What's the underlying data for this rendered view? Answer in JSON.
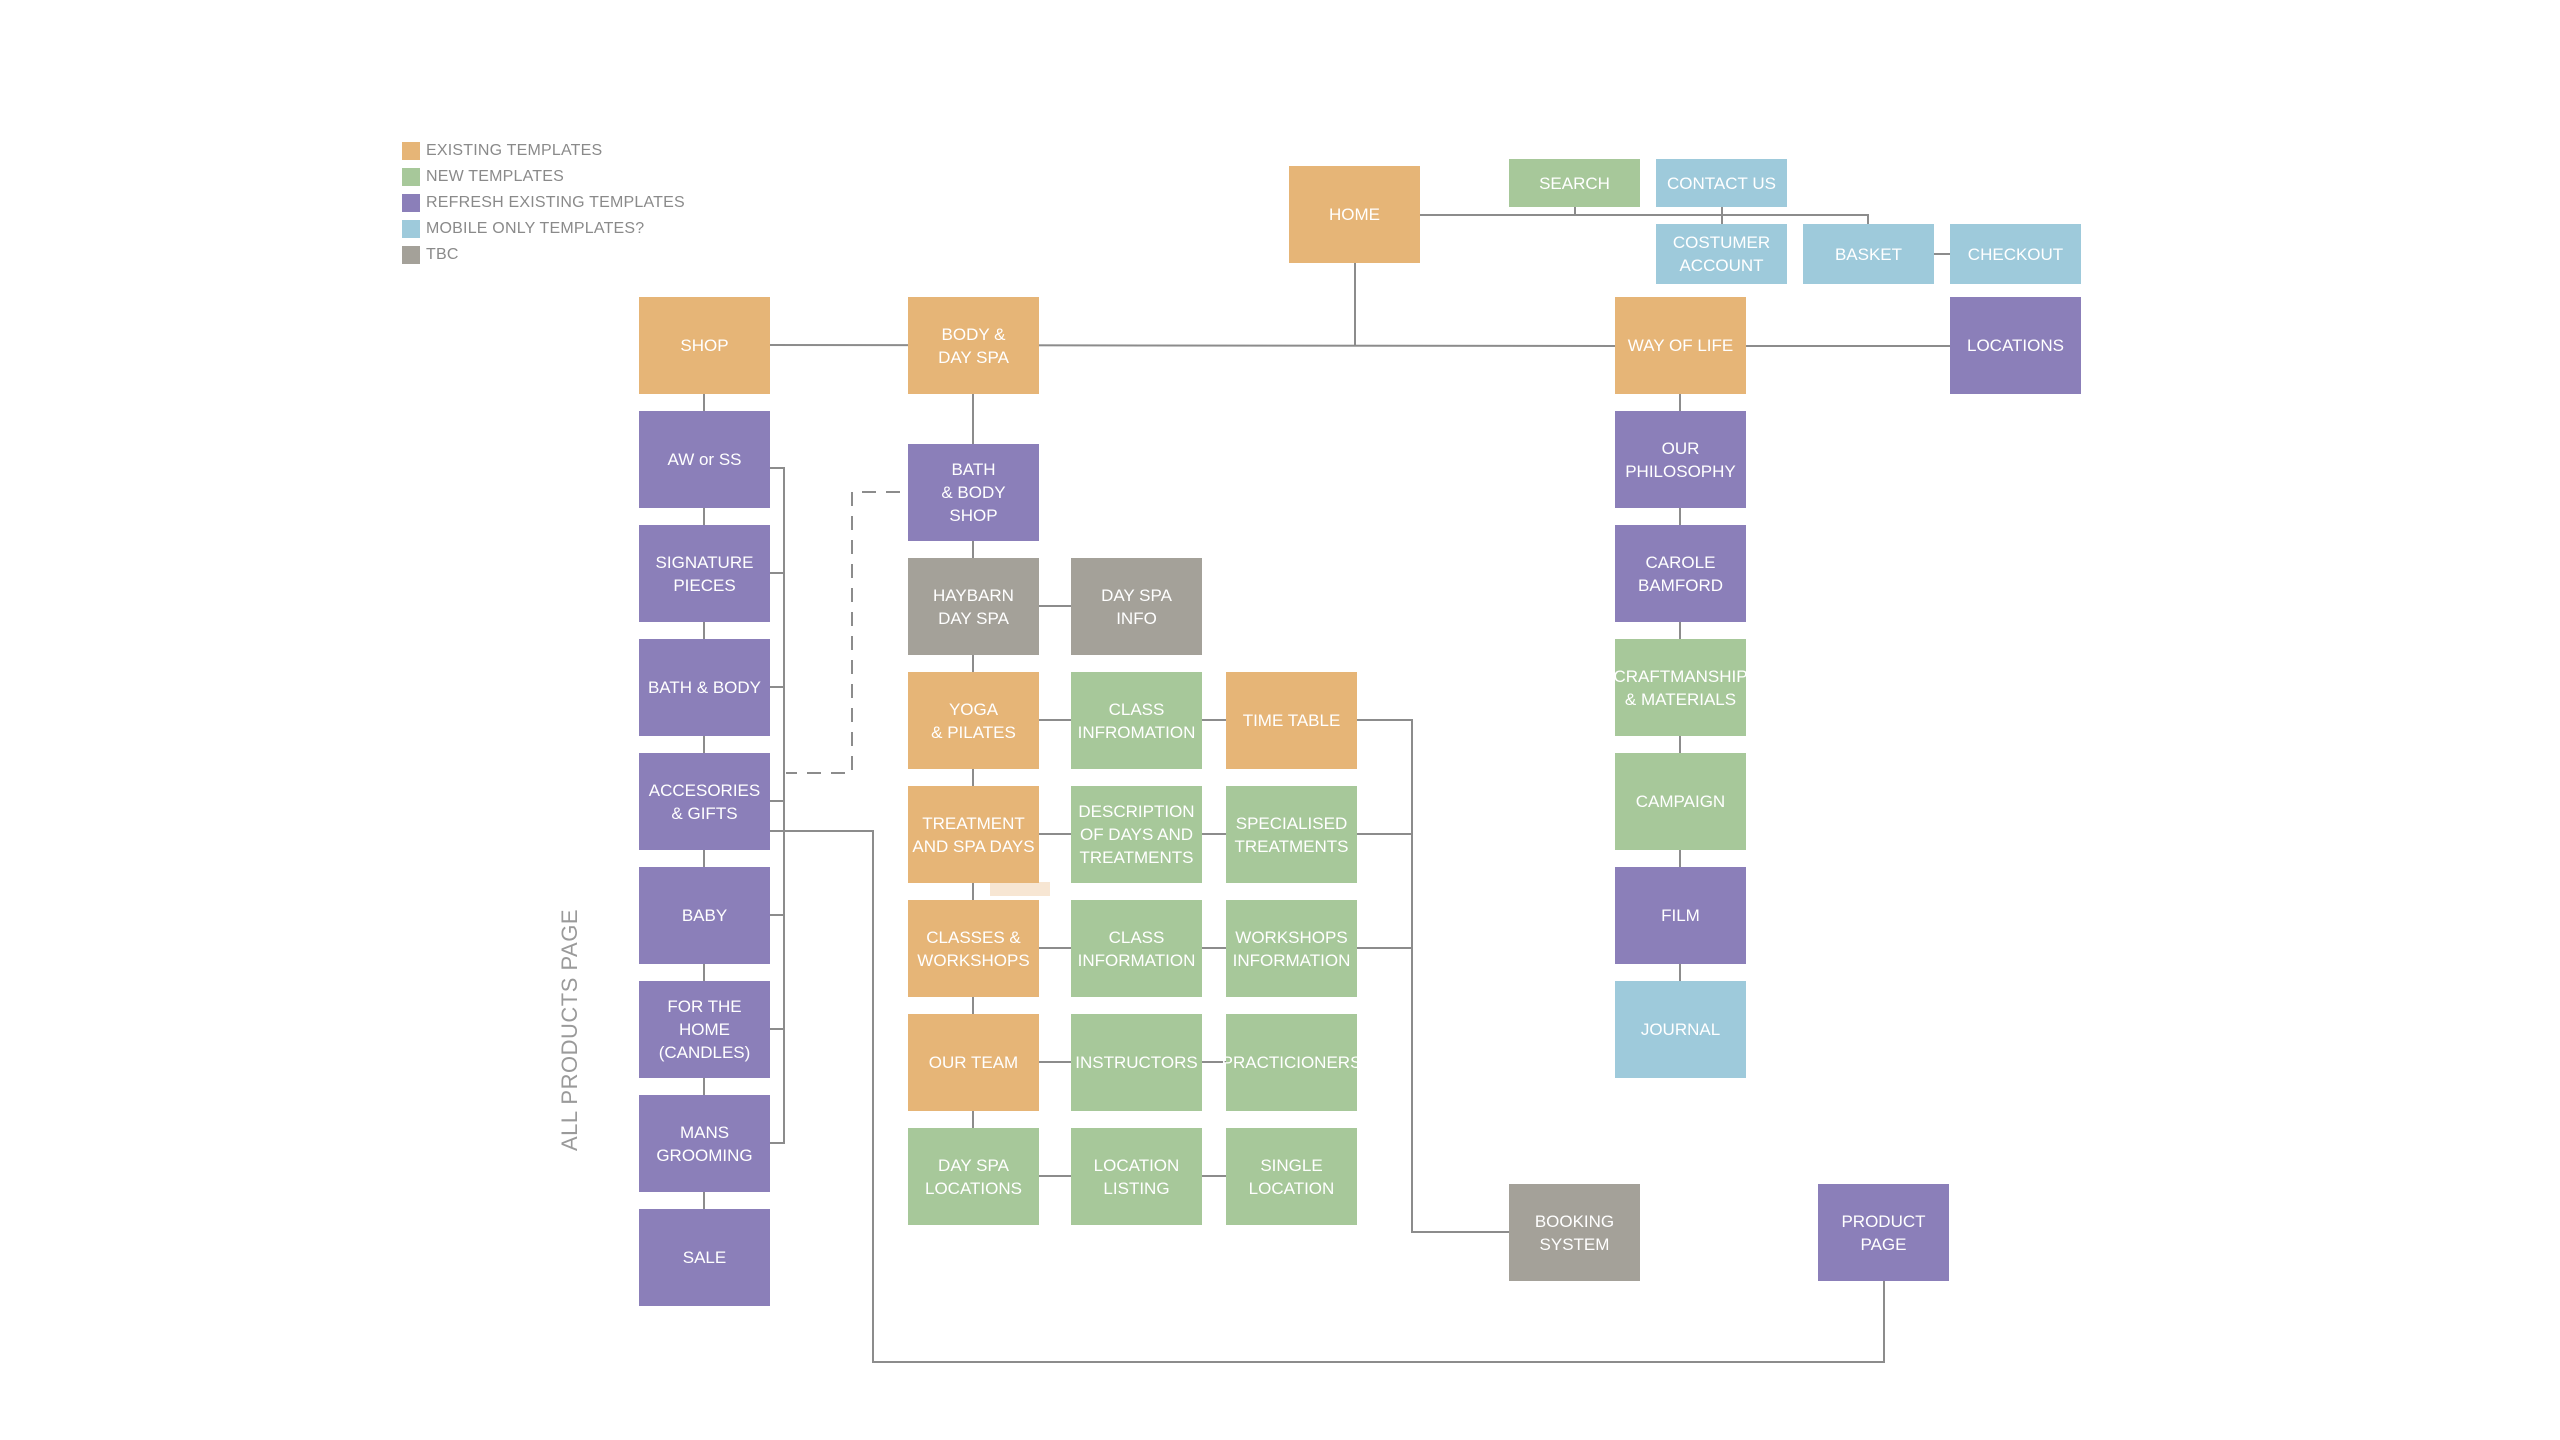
{
  "colors": {
    "existing": "#e6b577",
    "new": "#a7c89a",
    "refresh": "#8b7fb9",
    "mobile": "#9ecadb",
    "tbc": "#a4a199",
    "line": "#8c8c8c"
  },
  "legend": [
    {
      "label": "EXISTING TEMPLATES",
      "color": "#e6b577"
    },
    {
      "label": "NEW TEMPLATES",
      "color": "#a7c89a"
    },
    {
      "label": "REFRESH EXISTING TEMPLATES",
      "color": "#8b7fb9"
    },
    {
      "label": "MOBILE ONLY TEMPLATES?",
      "color": "#9ecadb"
    },
    {
      "label": "TBC",
      "color": "#a4a199"
    }
  ],
  "side_label": "ALL PRODUCTS PAGE",
  "nodes": {
    "home": {
      "label": "HOME",
      "kind": "existing"
    },
    "search": {
      "label": "SEARCH",
      "kind": "new"
    },
    "contact_us": {
      "label": "CONTACT US",
      "kind": "mobile"
    },
    "costumer_account": {
      "label": "COSTUMER\nACCOUNT",
      "kind": "mobile"
    },
    "basket": {
      "label": "BASKET",
      "kind": "mobile"
    },
    "checkout": {
      "label": "CHECKOUT",
      "kind": "mobile"
    },
    "shop": {
      "label": "SHOP",
      "kind": "existing"
    },
    "body_day_spa": {
      "label": "BODY &\nDAY SPA",
      "kind": "existing"
    },
    "way_of_life": {
      "label": "WAY OF LIFE",
      "kind": "existing"
    },
    "locations": {
      "label": "LOCATIONS",
      "kind": "refresh"
    },
    "aw_or_ss": {
      "label": "AW or SS",
      "kind": "refresh"
    },
    "signature_pieces": {
      "label": "SIGNATURE\nPIECES",
      "kind": "refresh"
    },
    "bath_body": {
      "label": "BATH & BODY",
      "kind": "refresh"
    },
    "accesories_gifts": {
      "label": "ACCESORIES\n& GIFTS",
      "kind": "refresh"
    },
    "baby": {
      "label": "BABY",
      "kind": "refresh"
    },
    "for_the_home": {
      "label": "FOR THE\nHOME\n(CANDLES)",
      "kind": "refresh"
    },
    "mans_grooming": {
      "label": "MANS\nGROOMING",
      "kind": "refresh"
    },
    "sale": {
      "label": "SALE",
      "kind": "refresh"
    },
    "bath_body_shop": {
      "label": "BATH\n& BODY\nSHOP",
      "kind": "refresh"
    },
    "haybarn_day_spa": {
      "label": "HAYBARN\nDAY SPA",
      "kind": "tbc"
    },
    "day_spa_info": {
      "label": "DAY SPA\nINFO",
      "kind": "tbc"
    },
    "yoga_pilates": {
      "label": "YOGA\n& PILATES",
      "kind": "existing"
    },
    "class_infromation": {
      "label": "CLASS\nINFROMATION",
      "kind": "new"
    },
    "time_table": {
      "label": "TIME TABLE",
      "kind": "existing"
    },
    "treatment_spa_days": {
      "label": "TREATMENT\nAND SPA DAYS",
      "kind": "existing"
    },
    "description_days": {
      "label": "DESCRIPTION\nOF DAYS AND\nTREATMENTS",
      "kind": "new"
    },
    "specialised_treatments": {
      "label": "SPECIALISED\nTREATMENTS",
      "kind": "new"
    },
    "classes_workshops": {
      "label": "CLASSES &\nWORKSHOPS",
      "kind": "existing"
    },
    "class_information": {
      "label": "CLASS\nINFORMATION",
      "kind": "new"
    },
    "workshops_information": {
      "label": "WORKSHOPS\nINFORMATION",
      "kind": "new"
    },
    "our_team": {
      "label": "OUR TEAM",
      "kind": "existing"
    },
    "instructors": {
      "label": "INSTRUCTORS",
      "kind": "new"
    },
    "practicioners": {
      "label": "PRACTICIONERS",
      "kind": "new"
    },
    "day_spa_locations": {
      "label": "DAY SPA\nLOCATIONS",
      "kind": "new"
    },
    "location_listing": {
      "label": "LOCATION\nLISTING",
      "kind": "new"
    },
    "single_location": {
      "label": "SINGLE\nLOCATION",
      "kind": "new"
    },
    "booking_system": {
      "label": "BOOKING\nSYSTEM",
      "kind": "tbc"
    },
    "product_page": {
      "label": "PRODUCT\nPAGE",
      "kind": "refresh"
    },
    "our_philosophy": {
      "label": "OUR\nPHILOSOPHY",
      "kind": "refresh"
    },
    "carole_bamford": {
      "label": "CAROLE\nBAMFORD",
      "kind": "refresh"
    },
    "craftmanship": {
      "label": "CRAFTMANSHIP\n& MATERIALS",
      "kind": "new"
    },
    "campaign": {
      "label": "CAMPAIGN",
      "kind": "new"
    },
    "film": {
      "label": "FILM",
      "kind": "refresh"
    },
    "journal": {
      "label": "JOURNAL",
      "kind": "mobile"
    }
  }
}
